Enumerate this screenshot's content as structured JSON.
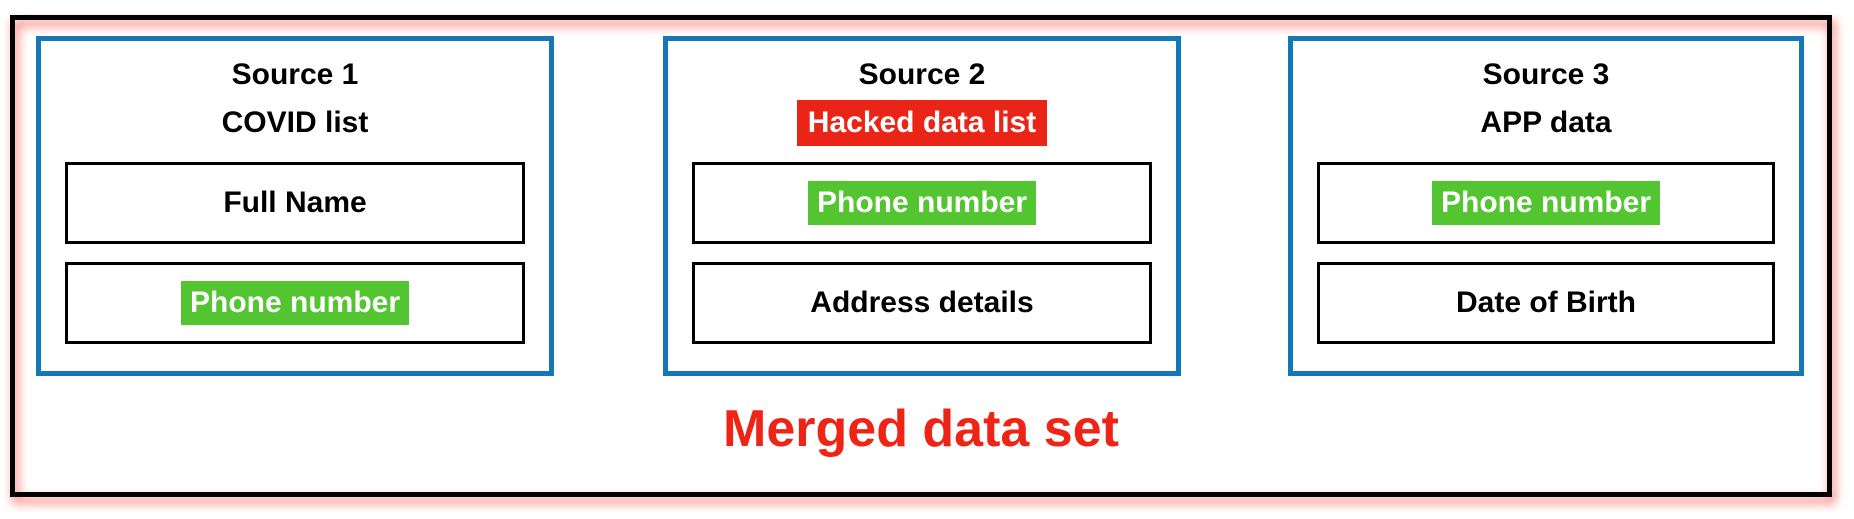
{
  "colors": {
    "frame_glow": "#f4695f",
    "box_border": "#1477b8",
    "highlight_green": "#52c531",
    "alert_red": "#ea2517",
    "merged_red": "#ee2417"
  },
  "sources": [
    {
      "title": "Source 1",
      "subtitle": "COVID list",
      "rows": [
        {
          "label": "Full Name"
        },
        {
          "label": "Phone number"
        }
      ]
    },
    {
      "title": "Source 2",
      "subtitle": "Hacked data list",
      "rows": [
        {
          "label": "Phone number"
        },
        {
          "label": "Address details"
        }
      ]
    },
    {
      "title": "Source 3",
      "subtitle": "APP data",
      "rows": [
        {
          "label": "Phone number"
        },
        {
          "label": "Date of Birth"
        }
      ]
    }
  ],
  "merged_label": "Merged data set"
}
